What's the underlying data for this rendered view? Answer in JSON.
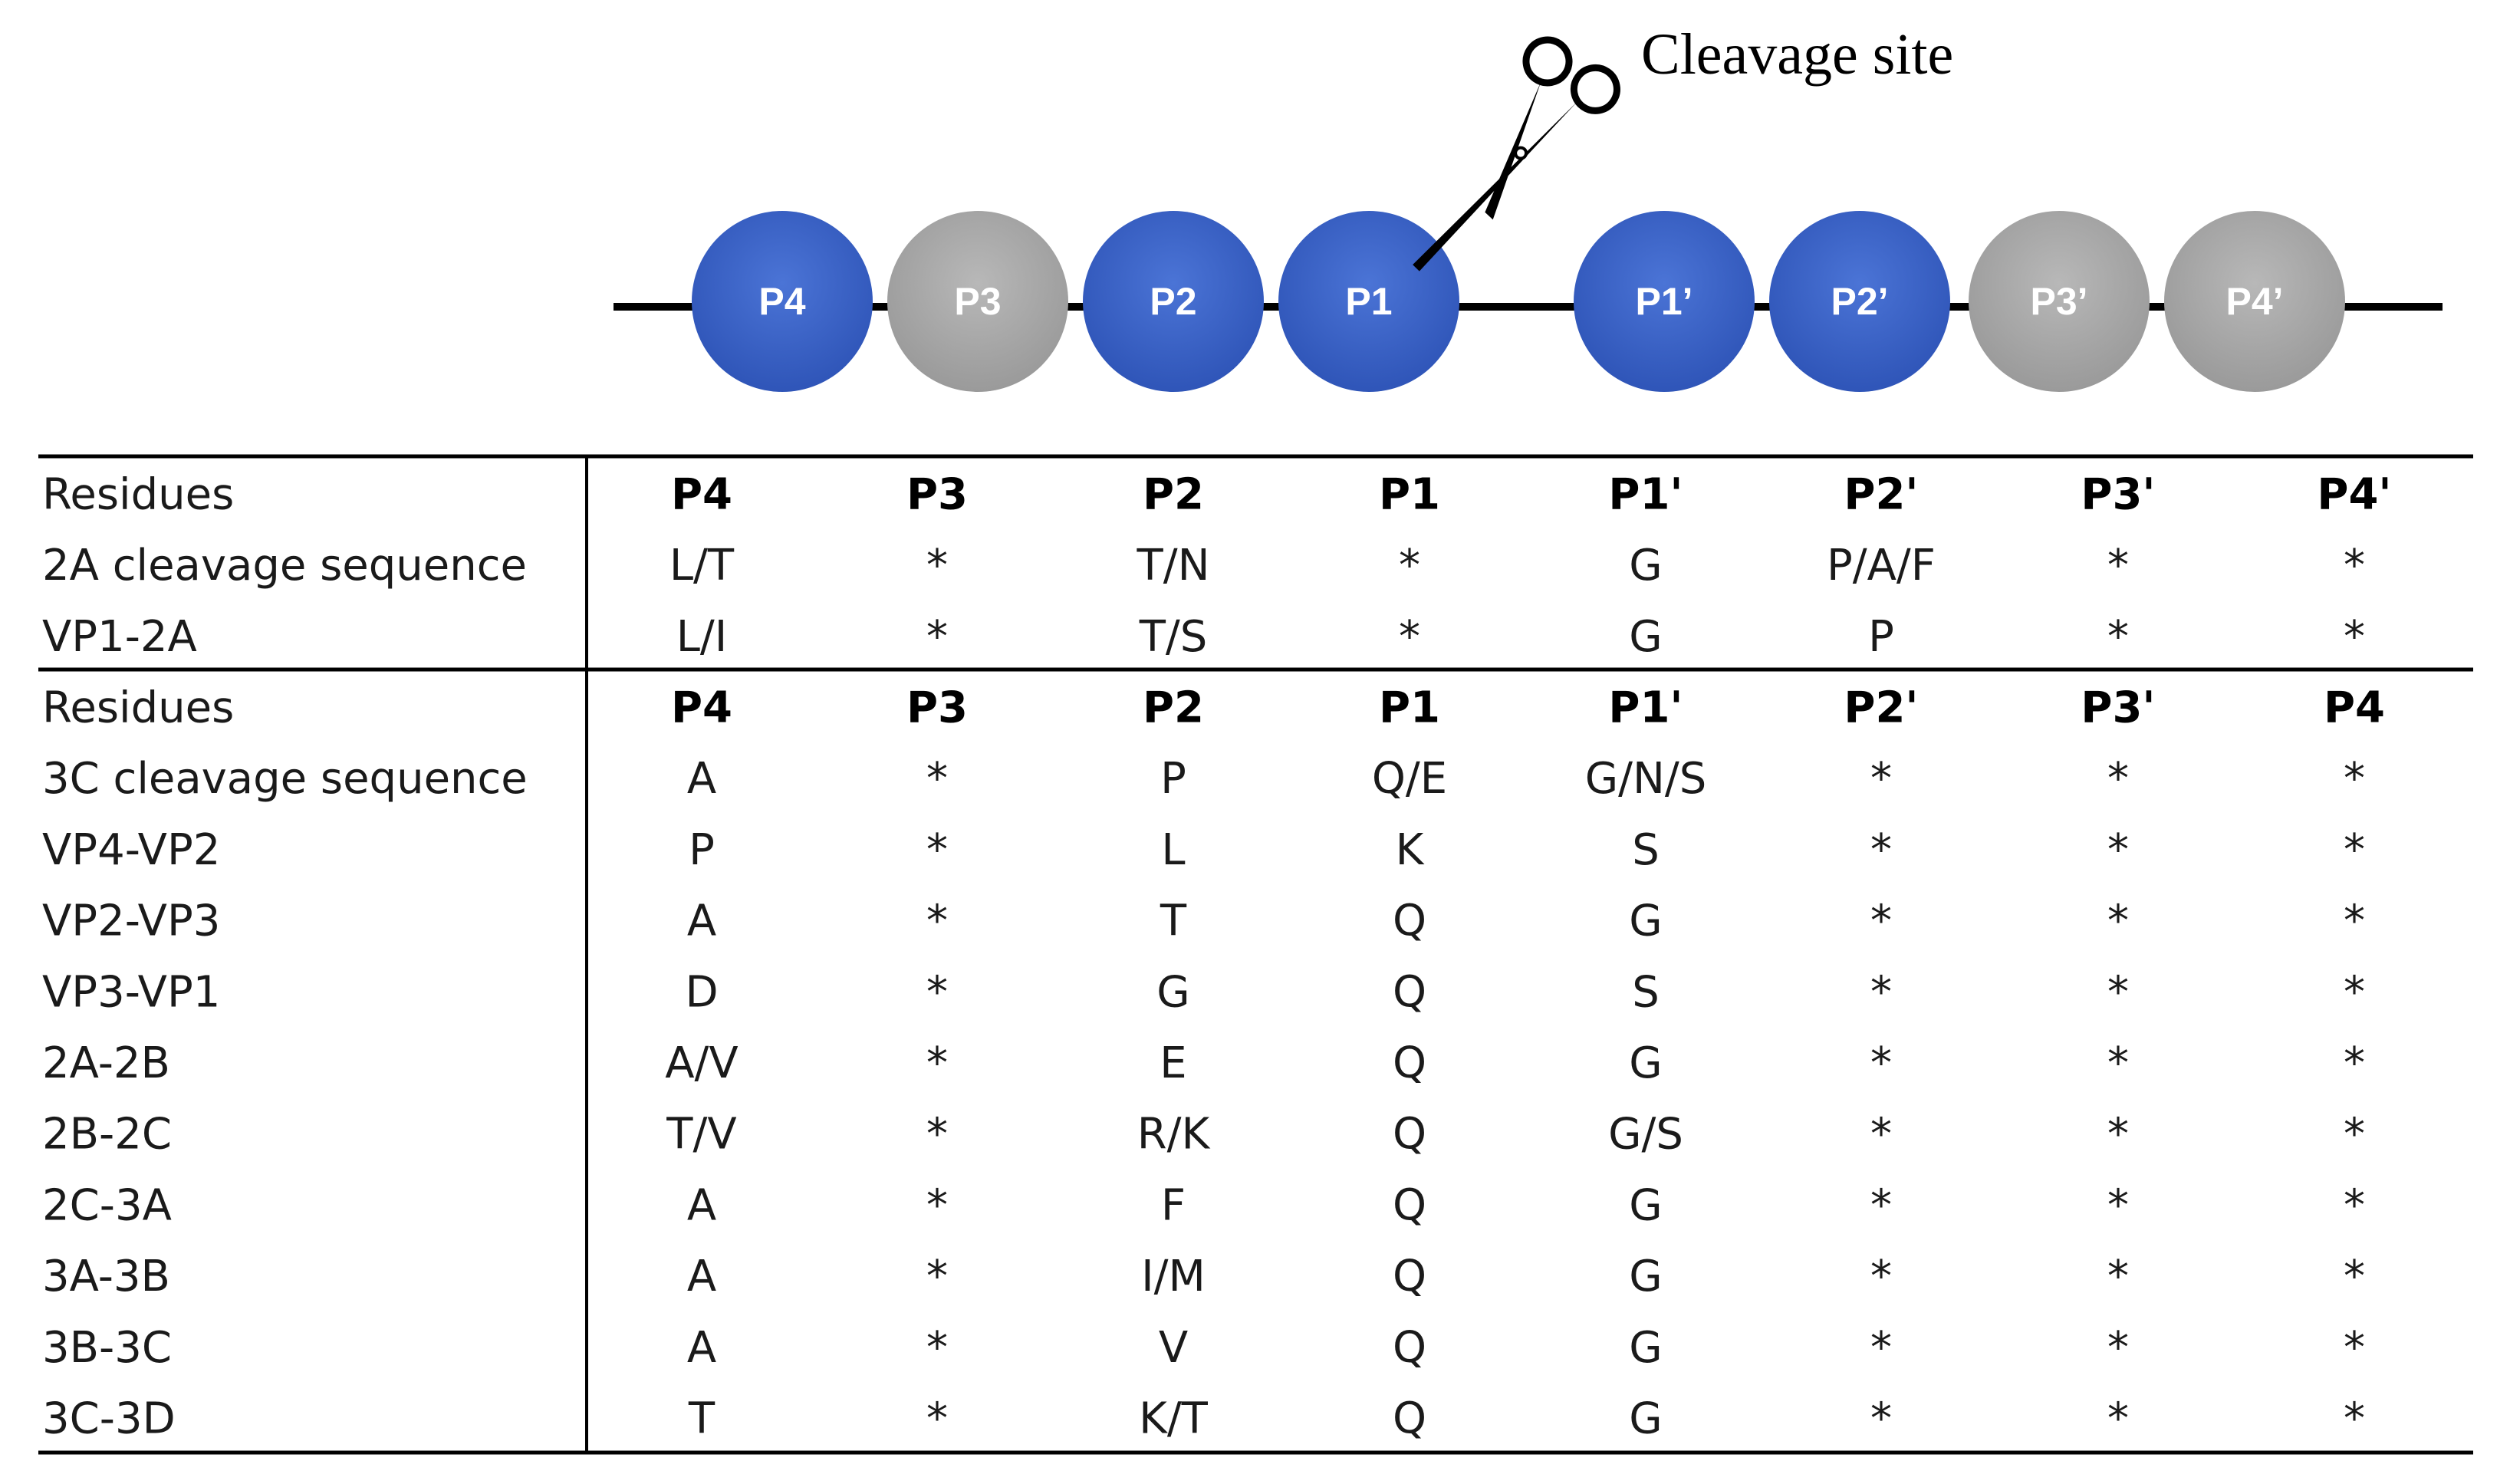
{
  "diagram": {
    "cleavage_label": "Cleavage site",
    "positions": [
      {
        "label": "P4",
        "color": "#3b63c9"
      },
      {
        "label": "P3",
        "color": "#a9a9a9"
      },
      {
        "label": "P2",
        "color": "#3b63c9"
      },
      {
        "label": "P1",
        "color": "#3b63c9"
      },
      {
        "label": "P1’",
        "color": "#3b63c9"
      },
      {
        "label": "P2’",
        "color": "#3b63c9"
      },
      {
        "label": "P3’",
        "color": "#a9a9a9"
      },
      {
        "label": "P4’",
        "color": "#a9a9a9"
      }
    ]
  },
  "table": {
    "sections": [
      {
        "header": {
          "label": "Residues",
          "cells": [
            "P4",
            "P3",
            "P2",
            "P1",
            "P1'",
            "P2'",
            "P3'",
            "P4'"
          ]
        },
        "rows": [
          {
            "label": "2A cleavage sequence",
            "cells": [
              "L/T",
              "*",
              "T/N",
              "*",
              "G",
              "P/A/F",
              "*",
              "*"
            ]
          },
          {
            "label": "VP1-2A",
            "cells": [
              "L/I",
              "*",
              "T/S",
              "*",
              "G",
              "P",
              "*",
              "*"
            ]
          }
        ]
      },
      {
        "header": {
          "label": "Residues",
          "cells": [
            "P4",
            "P3",
            "P2",
            "P1",
            "P1'",
            "P2'",
            "P3'",
            "P4"
          ]
        },
        "rows": [
          {
            "label": "3C cleavage sequence",
            "cells": [
              "A",
              "*",
              "P",
              "Q/E",
              "G/N/S",
              "*",
              "*",
              "*"
            ]
          },
          {
            "label": "VP4-VP2",
            "cells": [
              "P",
              "*",
              "L",
              "K",
              "S",
              "*",
              "*",
              "*"
            ]
          },
          {
            "label": "VP2-VP3",
            "cells": [
              "A",
              "*",
              "T",
              "Q",
              "G",
              "*",
              "*",
              "*"
            ]
          },
          {
            "label": "VP3-VP1",
            "cells": [
              "D",
              "*",
              "G",
              "Q",
              "S",
              "*",
              "*",
              "*"
            ]
          },
          {
            "label": "2A-2B",
            "cells": [
              "A/V",
              "*",
              "E",
              "Q",
              "G",
              "*",
              "*",
              "*"
            ]
          },
          {
            "label": "2B-2C",
            "cells": [
              "T/V",
              "*",
              "R/K",
              "Q",
              "G/S",
              "*",
              "*",
              "*"
            ]
          },
          {
            "label": "2C-3A",
            "cells": [
              "A",
              "*",
              "F",
              "Q",
              "G",
              "*",
              "*",
              "*"
            ]
          },
          {
            "label": "3A-3B",
            "cells": [
              "A",
              "*",
              "I/M",
              "Q",
              "G",
              "*",
              "*",
              "*"
            ]
          },
          {
            "label": "3B-3C",
            "cells": [
              "A",
              "*",
              "V",
              "Q",
              "G",
              "*",
              "*",
              "*"
            ]
          },
          {
            "label": "3C-3D",
            "cells": [
              "T",
              "*",
              "K/T",
              "Q",
              "G",
              "*",
              "*",
              "*"
            ]
          }
        ]
      }
    ]
  }
}
